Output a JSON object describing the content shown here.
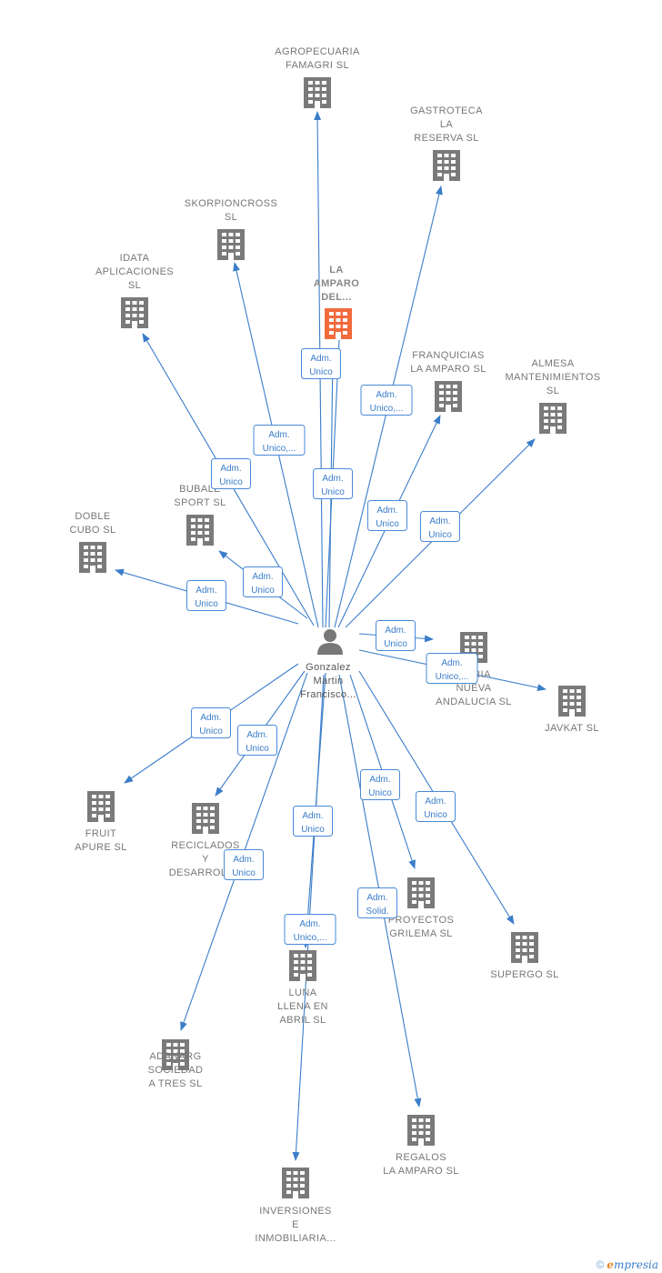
{
  "colors": {
    "edge": "#3a7dc9",
    "building": "#7a7a7a",
    "focus_building": "#f26a3c",
    "person": "#777777"
  },
  "person": {
    "label": [
      "Gonzalez",
      "Martin",
      "Francisco..."
    ]
  },
  "focus_company": {
    "label": [
      "LA",
      "AMPARO",
      "DEL..."
    ]
  },
  "companies": [
    {
      "id": "agropecuaria",
      "label": [
        "AGROPECUARIA",
        "FAMAGRI  SL"
      ]
    },
    {
      "id": "gastroteca",
      "label": [
        "GASTROTECA",
        "LA",
        "RESERVA  SL"
      ]
    },
    {
      "id": "skorpioncross",
      "label": [
        "SKORPIONCROSS",
        "SL"
      ]
    },
    {
      "id": "idata",
      "label": [
        "IDATA",
        "APLICACIONES",
        "SL"
      ]
    },
    {
      "id": "franquicias",
      "label": [
        "FRANQUICIAS",
        "LA AMPARO  SL"
      ]
    },
    {
      "id": "almesa",
      "label": [
        "ALMESA",
        "MANTENIMIENTOS",
        "SL"
      ]
    },
    {
      "id": "bubale",
      "label": [
        "BUBALE",
        "SPORT  SL"
      ]
    },
    {
      "id": "doble",
      "label": [
        "DOBLE",
        "CUBO  SL"
      ]
    },
    {
      "id": "cerveceria",
      "label": [
        "...ERIA",
        "NUEVA",
        "ANDALUCIA  SL"
      ]
    },
    {
      "id": "javkat",
      "label": [
        "JAVKAT SL"
      ]
    },
    {
      "id": "fruit",
      "label": [
        "FRUIT",
        "APURE SL"
      ]
    },
    {
      "id": "reciclados",
      "label": [
        "RECICLADOS",
        "Y",
        "DESARROLL..."
      ]
    },
    {
      "id": "proyectos",
      "label": [
        "PROYECTOS",
        "GRILEMA  SL"
      ]
    },
    {
      "id": "supergo",
      "label": [
        "SUPERGO  SL"
      ]
    },
    {
      "id": "luna",
      "label": [
        "LUNA",
        "LLENA EN",
        "ABRIL  SL"
      ]
    },
    {
      "id": "adanarg",
      "label": [
        "ADANARG",
        "SOCIEDAD",
        "A TRES SL"
      ]
    },
    {
      "id": "regalos",
      "label": [
        "REGALOS",
        "LA AMPARO  SL"
      ]
    },
    {
      "id": "inversiones",
      "label": [
        "INVERSIONES",
        "E",
        "INMOBILIARIA..."
      ]
    }
  ],
  "relations": [
    {
      "target": "focus",
      "label": [
        "Adm.",
        "Unico"
      ]
    },
    {
      "target": "focus",
      "label": [
        "Adm.",
        "Unico"
      ]
    },
    {
      "target": "agropecuaria",
      "label": [
        "Adm.",
        "Unico"
      ]
    },
    {
      "target": "gastroteca",
      "label": [
        "Adm.",
        "Unico,..."
      ]
    },
    {
      "target": "skorpioncross",
      "label": [
        "Adm.",
        "Unico,..."
      ]
    },
    {
      "target": "idata",
      "label": [
        "Adm.",
        "Unico"
      ]
    },
    {
      "target": "franquicias",
      "label": [
        "Adm.",
        "Unico"
      ]
    },
    {
      "target": "almesa",
      "label": [
        "Adm.",
        "Unico"
      ]
    },
    {
      "target": "bubale",
      "label": [
        "Adm.",
        "Unico"
      ]
    },
    {
      "target": "doble",
      "label": [
        "Adm.",
        "Unico"
      ]
    },
    {
      "target": "cerveceria",
      "label": [
        "Adm.",
        "Unico"
      ]
    },
    {
      "target": "javkat",
      "label": [
        "Adm.",
        "Unico,..."
      ]
    },
    {
      "target": "fruit",
      "label": [
        "Adm.",
        "Unico"
      ]
    },
    {
      "target": "reciclados",
      "label": [
        "Adm.",
        "Unico"
      ]
    },
    {
      "target": "proyectos",
      "label": [
        "Adm.",
        "Unico"
      ]
    },
    {
      "target": "supergo",
      "label": [
        "Adm.",
        "Unico"
      ]
    },
    {
      "target": "luna",
      "label": [
        "Adm.",
        "Unico"
      ]
    },
    {
      "target": "adanarg",
      "label": [
        "Adm.",
        "Unico"
      ]
    },
    {
      "target": "regalos",
      "label": [
        "Adm.",
        "Solid."
      ]
    },
    {
      "target": "inversiones",
      "label": [
        "Adm.",
        "Unico,..."
      ]
    }
  ],
  "footer": {
    "copyright": "©",
    "brand_initial": "e",
    "brand_rest": "mpresia"
  }
}
